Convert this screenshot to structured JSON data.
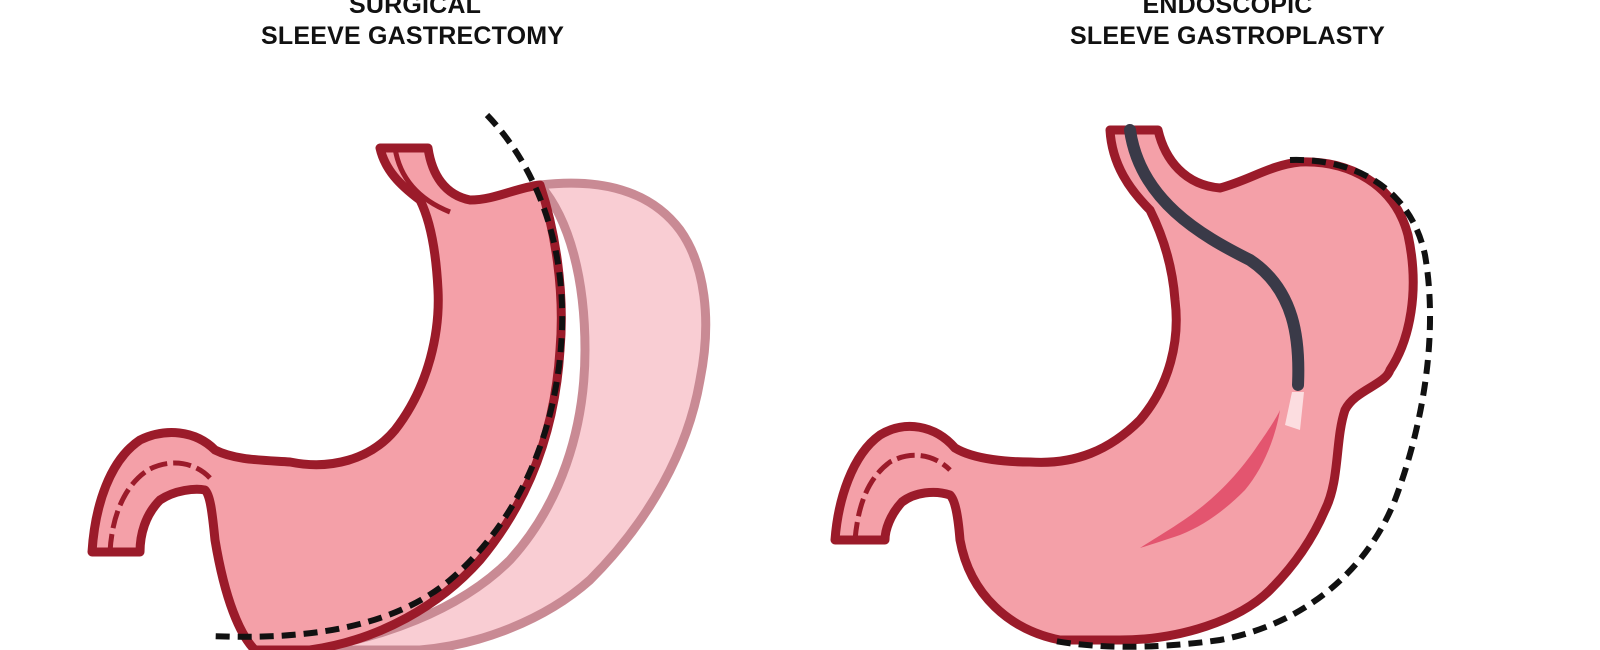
{
  "panels": [
    {
      "title_line1": "SURGICAL",
      "title_line2": "SLEEVE GASTRECTOMY"
    },
    {
      "title_line1": "ENDOSCOPIC",
      "title_line2": "SLEEVE GASTROPLASTY"
    }
  ],
  "colors": {
    "outline": "#9b1b2a",
    "stomach_fill": "#f4a0a8",
    "removed_fill": "#f9cdd3",
    "removed_outline": "#c98a94",
    "cut_line": "#111111",
    "endoscope": "#3a3a48",
    "suture": "#e14c68"
  }
}
